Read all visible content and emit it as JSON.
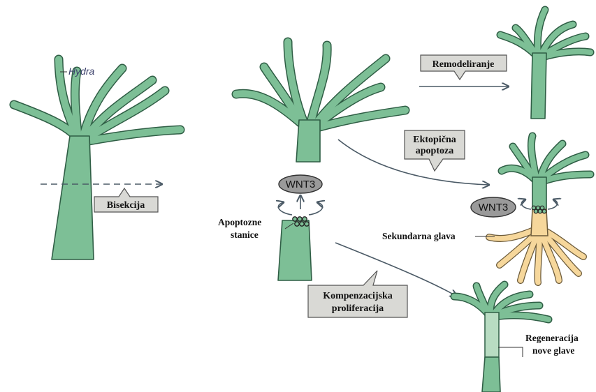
{
  "labels": {
    "hydra": "Hydra",
    "bisection": "Bisekcija",
    "remodeling": "Remodeliranje",
    "ectopic_line1": "Ektopična",
    "ectopic_line2": "apoptoza",
    "wnt3_left": "WNT3",
    "wnt3_right": "WNT3",
    "apoptotic_line1": "Apoptozne",
    "apoptotic_line2": "stanice",
    "secondary_head": "Sekundarna glava",
    "compensatory_line1": "Kompenzacijska",
    "compensatory_line2": "proliferacija",
    "regeneration_line1": "Regeneracija",
    "regeneration_line2": "nove glave"
  },
  "colors": {
    "tissue": "#7dbf96",
    "outline": "#2f5e45",
    "secondary_head": "#f6d79b",
    "callout_fill": "#d9d9d5",
    "oval_fill": "#9a9a9a",
    "arrow": "#4b5a66"
  }
}
